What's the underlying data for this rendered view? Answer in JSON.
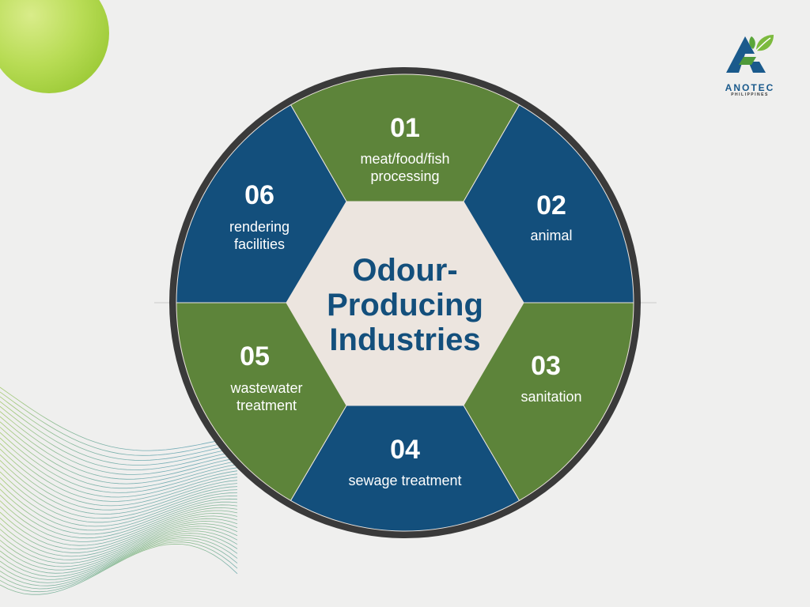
{
  "center_title": {
    "line1": "Odour-",
    "line2": "Producing",
    "line3": "Industries"
  },
  "segments": [
    {
      "number": "01",
      "line1": "meat/food/fish",
      "line2": "processing",
      "color": "#5d843a"
    },
    {
      "number": "02",
      "line1": "animal",
      "line2": "",
      "color": "#134f7c"
    },
    {
      "number": "03",
      "line1": "sanitation",
      "line2": "",
      "color": "#5d843a"
    },
    {
      "number": "04",
      "line1": "sewage treatment",
      "line2": "",
      "color": "#134f7c"
    },
    {
      "number": "05",
      "line1": "wastewater",
      "line2": "treatment",
      "color": "#5d843a"
    },
    {
      "number": "06",
      "line1": "rendering",
      "line2": "facilities",
      "color": "#134f7c"
    }
  ],
  "logo": {
    "name": "ANOTEC",
    "subtitle": "PHILIPPINES",
    "icon": "anotec-leaf-logo-icon"
  },
  "colors": {
    "background": "#efefee",
    "green": "#5d843a",
    "blue": "#134f7c",
    "ring": "#3a3a3a",
    "center_fill": "#ece5df",
    "title_text": "#134f7c",
    "segment_text": "#ffffff"
  }
}
